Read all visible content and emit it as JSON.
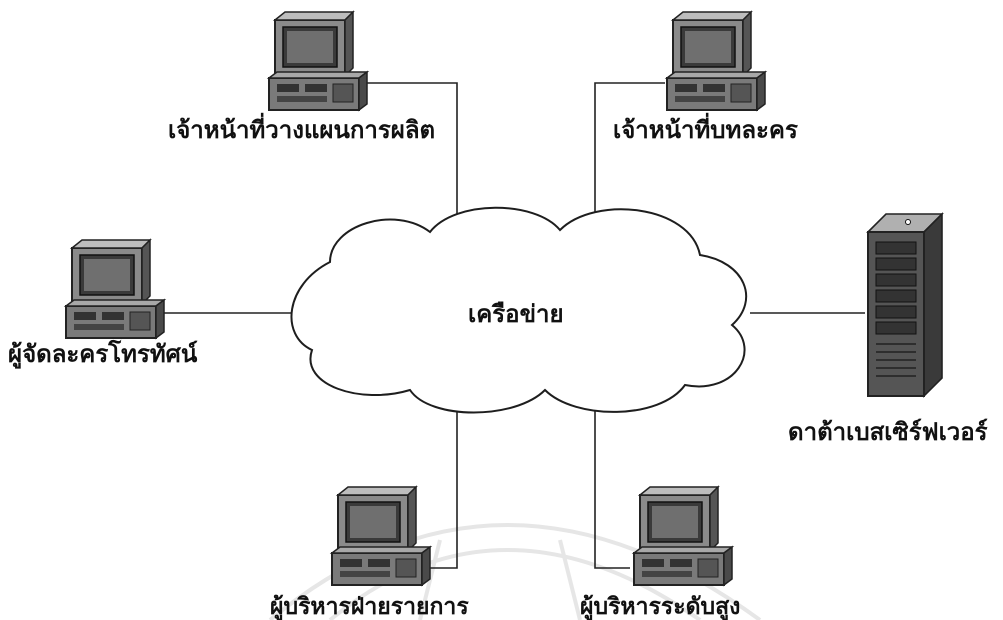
{
  "diagram": {
    "network": "เครือข่าย",
    "nodes": [
      {
        "id": "planning",
        "label": "เจ้าหน้าที่วางแผนการผลิต",
        "icon": "computer-icon"
      },
      {
        "id": "script",
        "label": "เจ้าหน้าที่บทละคร",
        "icon": "computer-icon"
      },
      {
        "id": "tv-producer",
        "label": "ผู้จัดละครโทรทัศน์",
        "icon": "computer-icon"
      },
      {
        "id": "db-server",
        "label": "ดาต้าเบสเซิร์ฟเวอร์",
        "icon": "server-tower-icon"
      },
      {
        "id": "program-manager",
        "label": "ผู้บริหารฝ่ายรายการ",
        "icon": "computer-icon"
      },
      {
        "id": "senior-manager",
        "label": "ผู้บริหารระดับสูง",
        "icon": "computer-icon"
      }
    ],
    "colors": {
      "line": "#222222",
      "icon_fill": "#7a7a7a",
      "icon_dark": "#333333",
      "watermark": "#e4e4e4"
    }
  }
}
